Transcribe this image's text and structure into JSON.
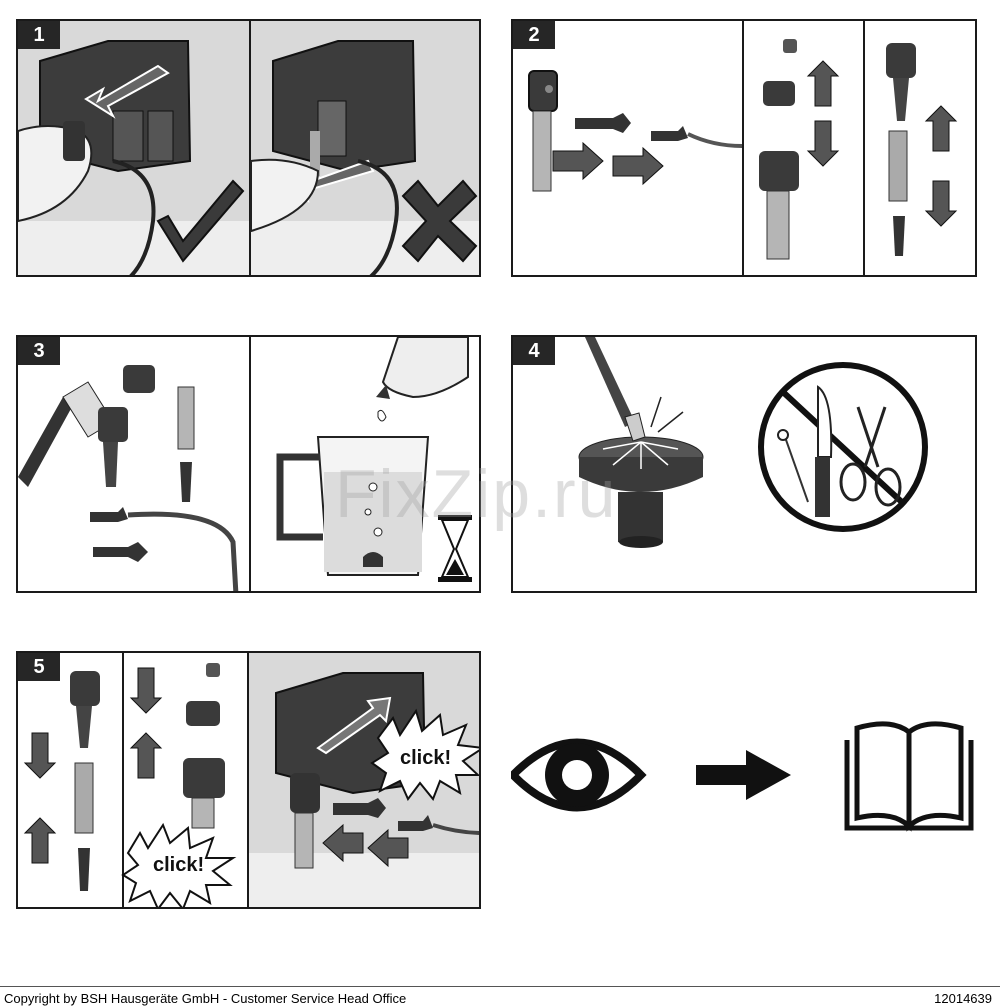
{
  "steps": [
    {
      "number": "1"
    },
    {
      "number": "2"
    },
    {
      "number": "3"
    },
    {
      "number": "4"
    },
    {
      "number": "5"
    }
  ],
  "click_labels": [
    "click!",
    "click!"
  ],
  "watermark": "FixZip.ru",
  "footer": {
    "copyright": "Copyright by BSH Hausgeräte GmbH - Customer Service Head Office",
    "doc_number": "12014639"
  },
  "icons": [
    "check-icon",
    "cross-icon",
    "eye-icon",
    "arrow-right-icon",
    "book-icon",
    "prohibited-icon",
    "hourglass-icon"
  ],
  "colors": {
    "frame": "#1a1a1a",
    "panel_bg": "#e0e0e0",
    "part": "#3a3a3a",
    "arrow": "#555555"
  }
}
